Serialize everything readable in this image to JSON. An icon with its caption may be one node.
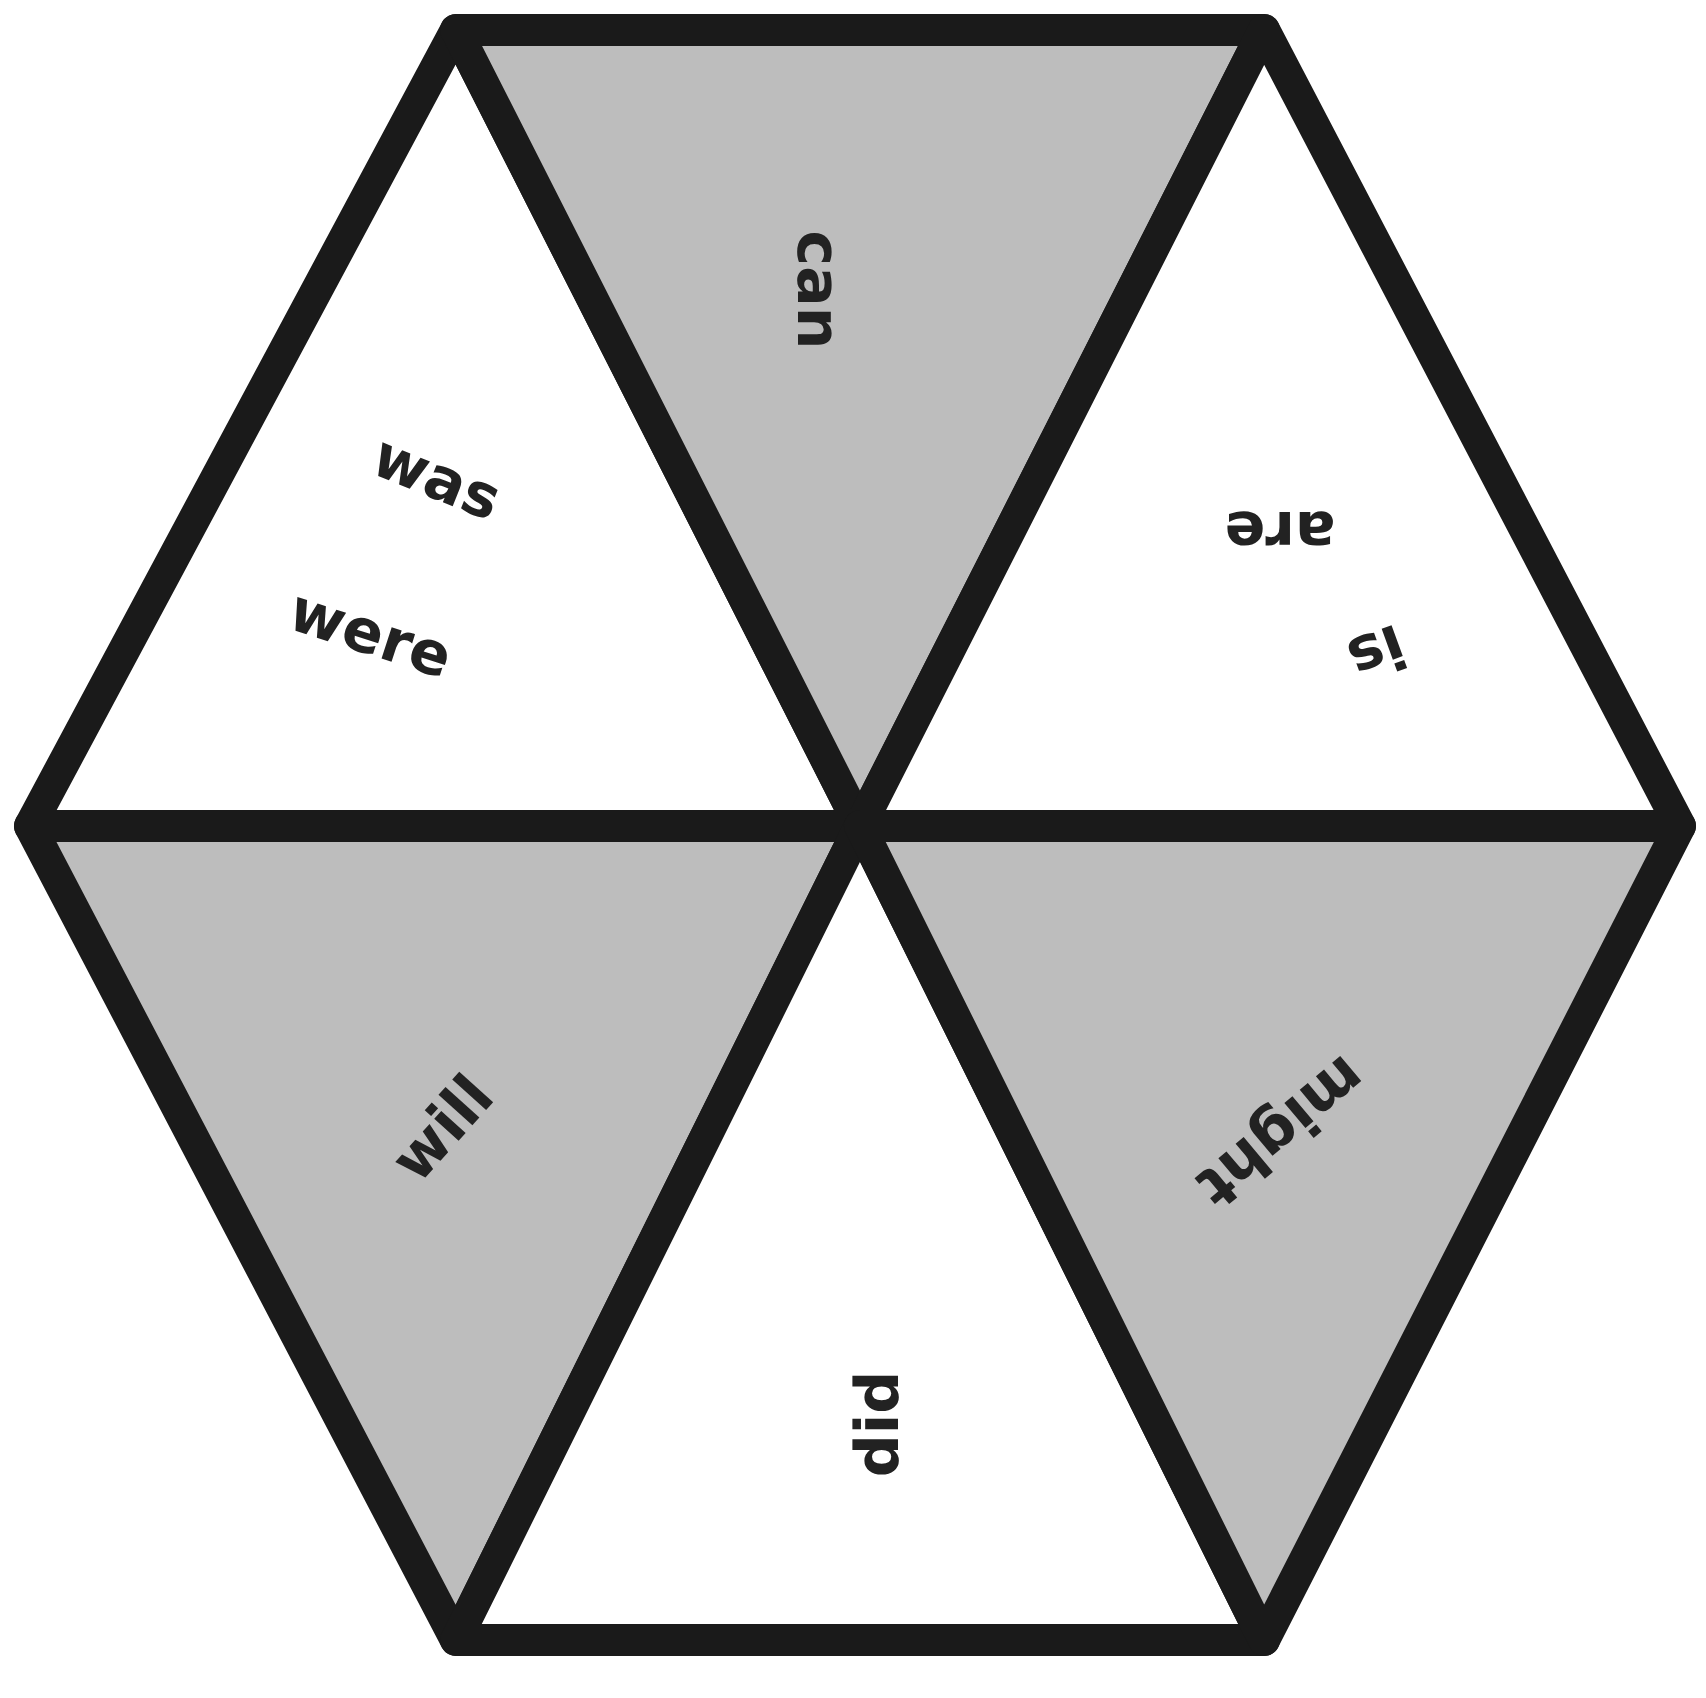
{
  "diagram": {
    "nodes": [
      {
        "text": [
          "was",
          "were"
        ]
      },
      {
        "text": [
          "can"
        ]
      },
      {
        "text": [
          "are",
          "is"
        ]
      },
      {
        "text": [
          "will"
        ]
      },
      {
        "text": [
          "did"
        ]
      },
      {
        "text": [
          "might"
        ]
      }
    ]
  }
}
